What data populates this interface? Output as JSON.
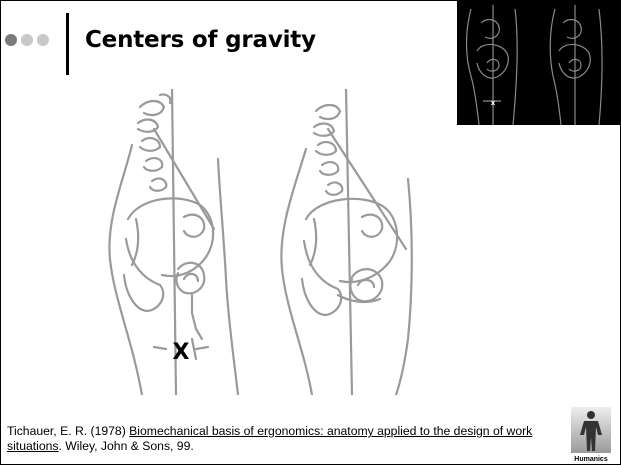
{
  "slide": {
    "title": "Centers of gravity"
  },
  "figure": {
    "marker_label": "X",
    "thumbnail_marker_label": "x"
  },
  "citation": {
    "author_year": "Tichauer, E. R. (1978)",
    "book_title": "Biomechanical basis of ergonomics: anatomy applied to the design of work situations",
    "publisher_pages": ". Wiley, John & Sons, 99."
  },
  "logo": {
    "label": "Humanics"
  },
  "colors": {
    "line": "#9a9a9a",
    "dot_dark": "#7a7a7a",
    "dot_light": "#c8c8c8",
    "thumbnail_bg": "#000000"
  }
}
